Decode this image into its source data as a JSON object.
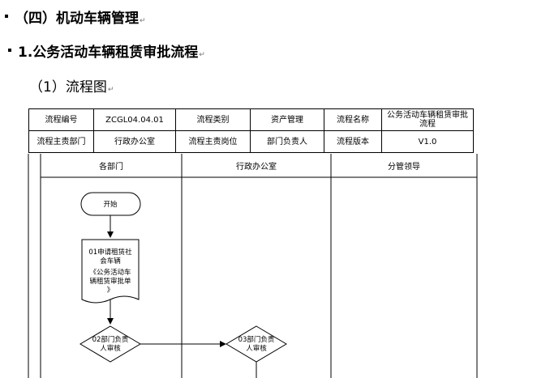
{
  "headings": {
    "section": "（四）机动车辆管理",
    "subsection": "1.公务活动车辆租赁审批流程",
    "item": "（1）流程图",
    "para_mark": "↵"
  },
  "info_table": {
    "row1": [
      "流程编号",
      "ZCGL04.04.01",
      "流程类别",
      "资产管理",
      "流程名称",
      "公务活动车辆租赁审批流程"
    ],
    "row2": [
      "流程主责部门",
      "行政办公室",
      "流程主责岗位",
      "部门负责人",
      "流程版本",
      "V1.0"
    ]
  },
  "lanes": [
    "各部门",
    "行政办公室",
    "分管领导"
  ],
  "nodes": {
    "start": "开始",
    "step01_title_line1": "01申请租赁社",
    "step01_title_line2": "会车辆",
    "step01_doc_line1": "《公务活动车",
    "step01_doc_line2": "辆租赁审批单",
    "step01_doc_line3": "》",
    "step02_line1": "02部门负责",
    "step02_line2": "人审核",
    "step03_line1": "03部门负责",
    "step03_line2": "人审核"
  }
}
